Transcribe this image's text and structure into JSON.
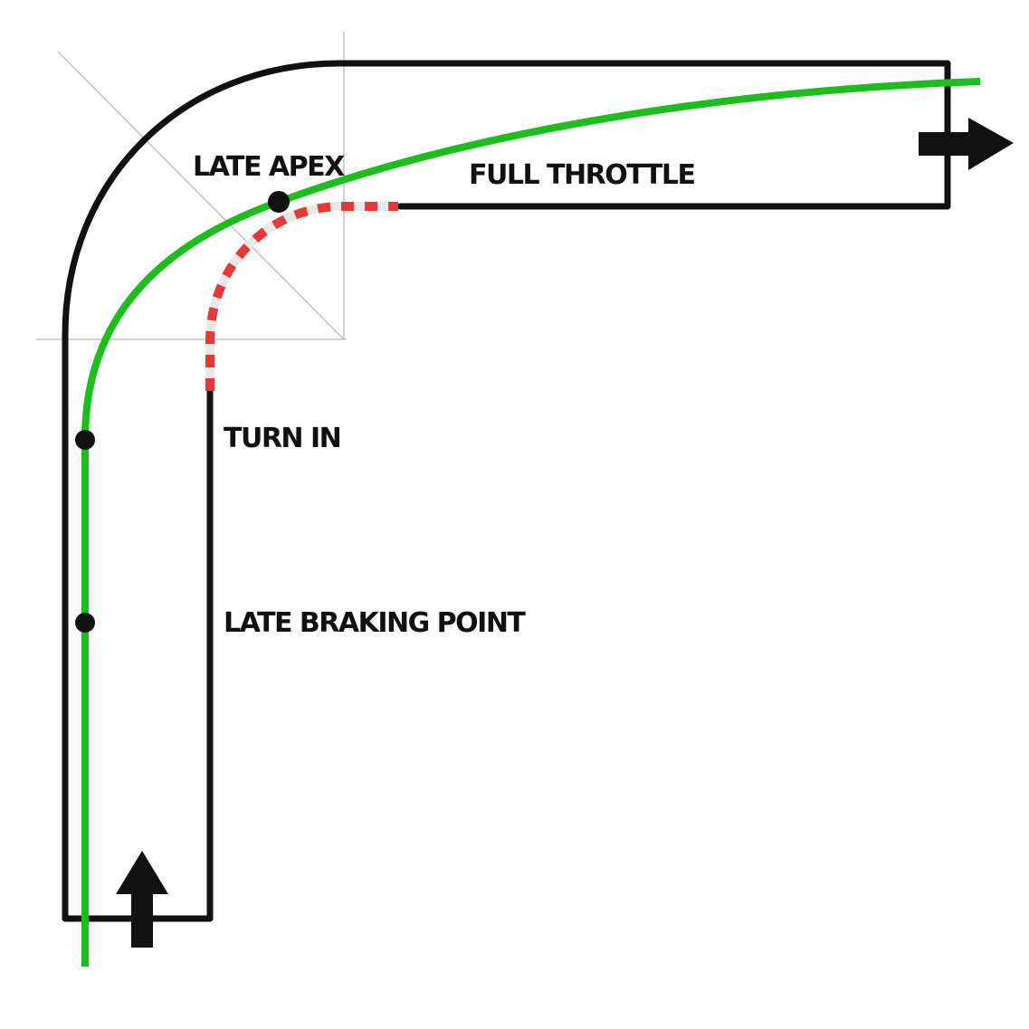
{
  "labels": {
    "late_apex": "LATE APEX",
    "full_throttle": "FULL THROTTLE",
    "turn_in": "TURN IN",
    "late_braking_point": "LATE BRAKING POINT"
  },
  "colors": {
    "track_edge": "#111111",
    "racing_line": "#1ebd1e",
    "curb_red": "#e53935",
    "curb_white": "#e8e8e8",
    "guide_lines": "#c4c4c4",
    "markers": "#111111",
    "arrows": "#111111",
    "background": "#ffffff"
  }
}
